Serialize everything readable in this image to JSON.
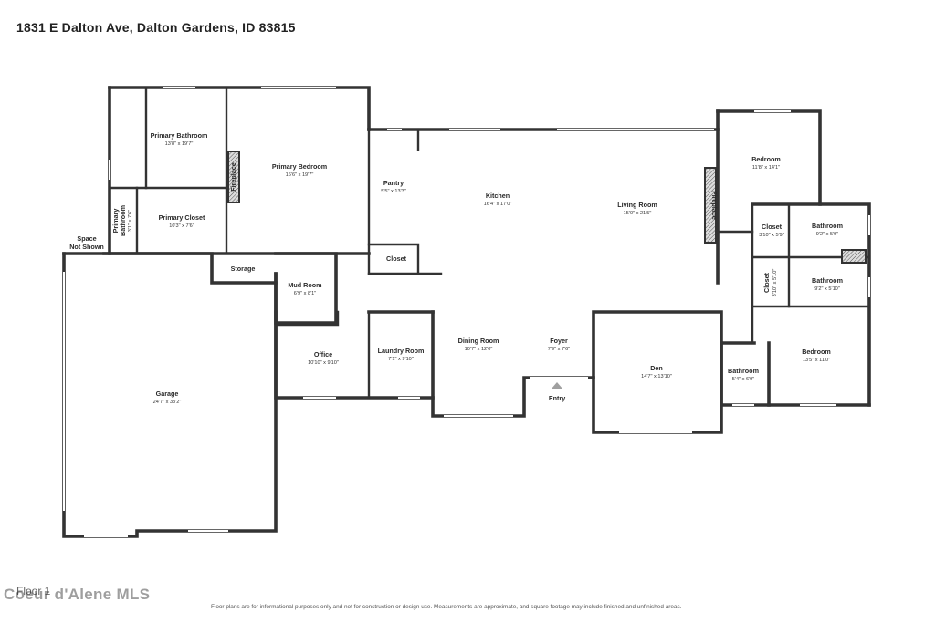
{
  "title": "1831 E Dalton Ave, Dalton Gardens, ID 83815",
  "floor_label": "Floor 1",
  "watermark": "Coeur d'Alene MLS",
  "disclaimer": "Floor plans are for informational purposes only and not for construction or design use. Measurements are approximate, and square footage may include finished and unfinished areas.",
  "rooms": {
    "primary_bathroom": {
      "name": "Primary Bathroom",
      "dim": "13'8\" x 19'7\""
    },
    "primary_bedroom": {
      "name": "Primary Bedroom",
      "dim": "16'6\" x 19'7\""
    },
    "primary_bathroom_small": {
      "name1": "Primary",
      "name2": "Bathroom",
      "dim": "3'1\" x 7'6\""
    },
    "primary_closet": {
      "name": "Primary Closet",
      "dim": "10'3\" x 7'6\""
    },
    "fireplace_left": {
      "name": "Fireplace"
    },
    "space_not_shown": {
      "name1": "Space",
      "name2": "Not Shown"
    },
    "pantry": {
      "name": "Pantry",
      "dim": "5'5\" x 13'3\""
    },
    "closet_kitchen": {
      "name": "Closet"
    },
    "kitchen": {
      "name": "Kitchen",
      "dim": "16'4\" x 17'0\""
    },
    "living_room": {
      "name": "Living Room",
      "dim": "15'0\" x 21'5\""
    },
    "fireplace_right": {
      "name": "Fireplace"
    },
    "bedroom_top": {
      "name": "Bedroom",
      "dim": "11'8\" x 14'1\""
    },
    "closet_right_top": {
      "name": "Closet",
      "dim": "3'10\" x 5'9\""
    },
    "bathroom_right_top": {
      "name": "Bathroom",
      "dim": "9'2\" x 5'9\""
    },
    "closet_right_mid": {
      "name": "Closet",
      "dim": "3'10\" x 5'10\""
    },
    "bathroom_right_mid": {
      "name": "Bathroom",
      "dim": "9'2\" x 5'10\""
    },
    "storage": {
      "name": "Storage"
    },
    "mud_room": {
      "name": "Mud Room",
      "dim": "6'9\" x 8'1\""
    },
    "garage": {
      "name": "Garage",
      "dim": "24'7\" x 33'2\""
    },
    "office": {
      "name": "Office",
      "dim": "10'10\" x 9'10\""
    },
    "laundry_room": {
      "name": "Laundry Room",
      "dim": "7'1\" x 9'10\""
    },
    "dining_room": {
      "name": "Dining Room",
      "dim": "10'7\" x 12'0\""
    },
    "foyer": {
      "name": "Foyer",
      "dim": "7'9\" x 7'6\""
    },
    "entry": {
      "name": "Entry"
    },
    "den": {
      "name": "Den",
      "dim": "14'7\" x 13'10\""
    },
    "bathroom_bottom": {
      "name": "Bathroom",
      "dim": "5'4\" x 6'9\""
    },
    "bedroom_bottom": {
      "name": "Bedroom",
      "dim": "13'5\" x 11'0\""
    }
  }
}
